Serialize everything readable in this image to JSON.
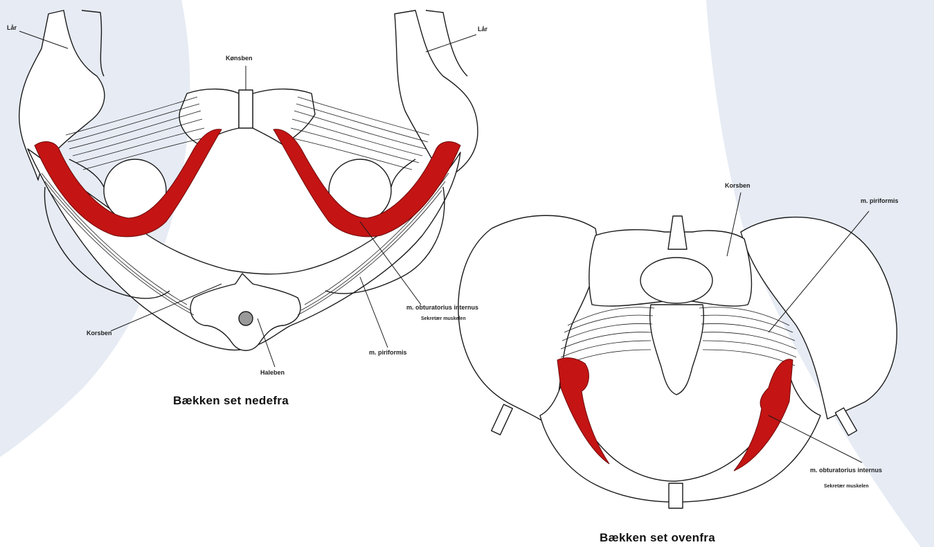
{
  "colors": {
    "background_left": "#e6ebf4",
    "background_right": "#e6ebf4",
    "muscle_red": "#c41414",
    "outline": "#1a1a1a",
    "bone_fill": "#ffffff"
  },
  "figure_below": {
    "caption": "Bækken set nedefra",
    "labels": {
      "thigh_left": "Lår",
      "thigh_right": "Lår",
      "pubic_bone": "Kønsben",
      "sacrum": "Korsben",
      "coccyx": "Haleben",
      "obturator": "m. obturatorius internus",
      "obturator_sub": "Sekretær muskelen",
      "piriformis": "m. piriformis"
    }
  },
  "figure_above": {
    "caption": "Bækken set ovenfra",
    "labels": {
      "sacrum": "Korsben",
      "piriformis": "m. piriformis",
      "obturator": "m. obturatorius internus",
      "obturator_sub": "Sekretær muskelen"
    }
  }
}
